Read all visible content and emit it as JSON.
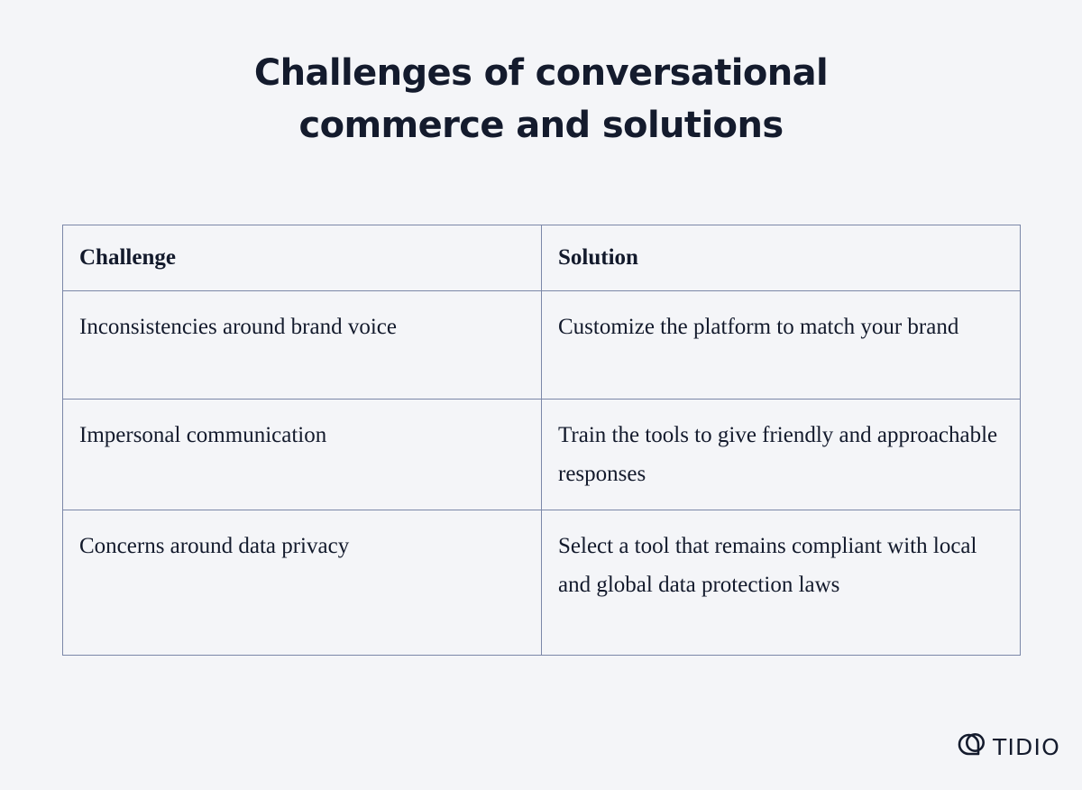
{
  "page": {
    "background_color": "#f4f5f8",
    "text_color": "#131a2c",
    "border_color": "#7b87a8"
  },
  "title": {
    "line1": "Challenges of conversational",
    "line2": "commerce and solutions",
    "full": "Challenges of conversational commerce and solutions"
  },
  "table": {
    "headers": {
      "challenge": "Challenge",
      "solution": "Solution"
    },
    "rows": [
      {
        "challenge": "Inconsistencies around brand voice",
        "solution": "Customize the platform to match your brand"
      },
      {
        "challenge": "Impersonal communication",
        "solution": "Train the tools to give friendly and approachable responses"
      },
      {
        "challenge": "Concerns around data privacy",
        "solution": "Select a tool that remains compliant with local and global data protection laws"
      }
    ]
  },
  "logo": {
    "mark_icon": "tidio-chat-bubble-circle-icon",
    "wordmark": "TIDIO",
    "color": "#141b2d"
  }
}
